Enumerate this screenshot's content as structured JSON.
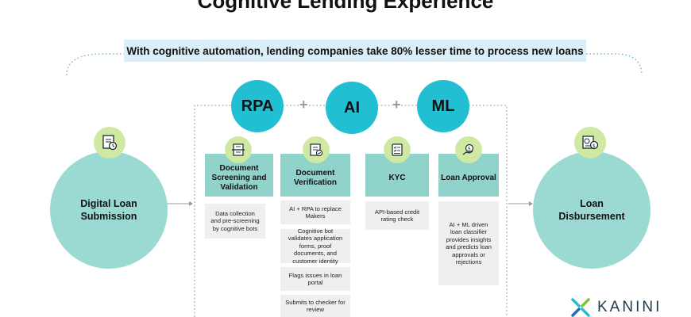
{
  "title": "Cognitive Lending Experience",
  "banner": "With cognitive automation, lending companies take 80% lesser time to process new loans",
  "start_node": "Digital Loan Submission",
  "end_node": "Loan Disbursement",
  "technologies": [
    "RPA",
    "AI",
    "ML"
  ],
  "plus_sign": "+",
  "steps": [
    {
      "title": "Document Screening and Validation",
      "icon": "document-scan-icon",
      "items": [
        "Data collection and pre-screening by cognitive bots"
      ]
    },
    {
      "title": "Document Verification",
      "icon": "document-check-icon",
      "items": [
        "AI + RPA to replace Makers",
        "Cognitive bot validates application forms, proof documents, and customer identity",
        "Flags issues in loan portal",
        "Submits to checker for review"
      ]
    },
    {
      "title": "KYC",
      "icon": "kyc-form-icon",
      "items": [
        "API-based credit rating check"
      ]
    },
    {
      "title": "Loan Approval",
      "icon": "money-hand-icon",
      "items": [
        "AI + ML driven loan classifier provides insights and predicts loan approvals or rejections"
      ]
    }
  ],
  "icons": {
    "start": "loan-document-icon",
    "end": "report-chart-icon"
  },
  "brand": "KANINI",
  "colors": {
    "teal_circle": "#9bdad3",
    "cyan_tech": "#22bfd2",
    "lime_icon": "#cfe8a2",
    "banner_bg": "#d9eef7",
    "step_header": "#8fd3cb",
    "box_bg": "#efefef",
    "brand_text": "#1e3a4a"
  }
}
